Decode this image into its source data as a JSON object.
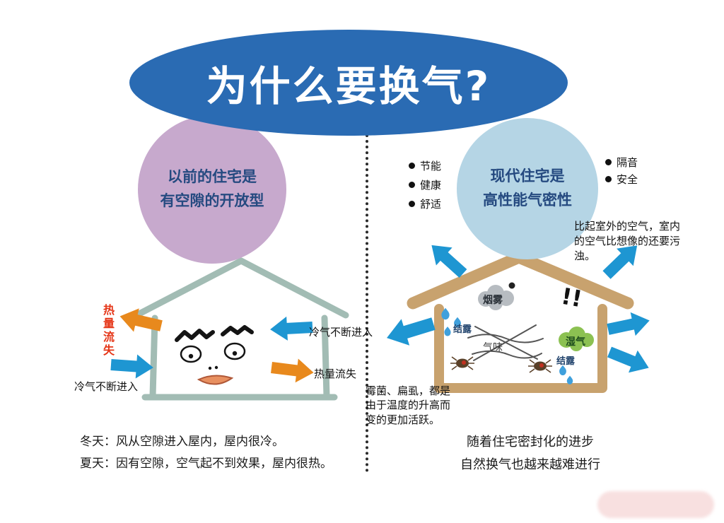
{
  "title": "为什么要换气?",
  "left_panel": {
    "circle": {
      "line1": "以前的住宅是",
      "line2": "有空隙的开放型"
    },
    "arrow_labels": {
      "heat_loss_left": "热量流失",
      "cold_enter_left": "冷气不断进入",
      "cold_enter_right": "冷气不断进入",
      "heat_loss_right": "热量流失"
    },
    "caption": {
      "line1": "冬天：风从空隙进入屋内，屋内很冷。",
      "line2": "夏天：因有空隙，空气起不到效果，屋内很热。"
    }
  },
  "right_panel": {
    "circle": {
      "line1": "现代住宅是",
      "line2": "高性能气密性"
    },
    "bullets_left": [
      "节能",
      "健康",
      "舒适"
    ],
    "bullets_right": [
      "隔音",
      "安全"
    ],
    "side_note": "比起室外的空气，室内的空气比想像的还要污浊。",
    "house_labels": {
      "smoke": "烟雾",
      "condensation_left": "结露",
      "odor": "气味",
      "humidity": "湿气",
      "condensation_right": "结露",
      "exclamation": "!!"
    },
    "mold_note": "霉菌、扁虱，都是由于温度的升高而变的更加活跃。",
    "caption": {
      "line1": "随着住宅密封化的进步",
      "line2": "自然换气也越来越难进行"
    }
  },
  "colors": {
    "banner_blue": "#2a6bb3",
    "left_circle_purple": "#c7a9cd",
    "right_circle_blue": "#b5d5e5",
    "arrow_orange": "#e8891d",
    "arrow_blue": "#1e96d2",
    "left_house_stroke": "#a2bcb4",
    "right_house_tan": "#c8a26e",
    "heat_label_red": "#e53517",
    "humidity_green": "#8cc152"
  }
}
